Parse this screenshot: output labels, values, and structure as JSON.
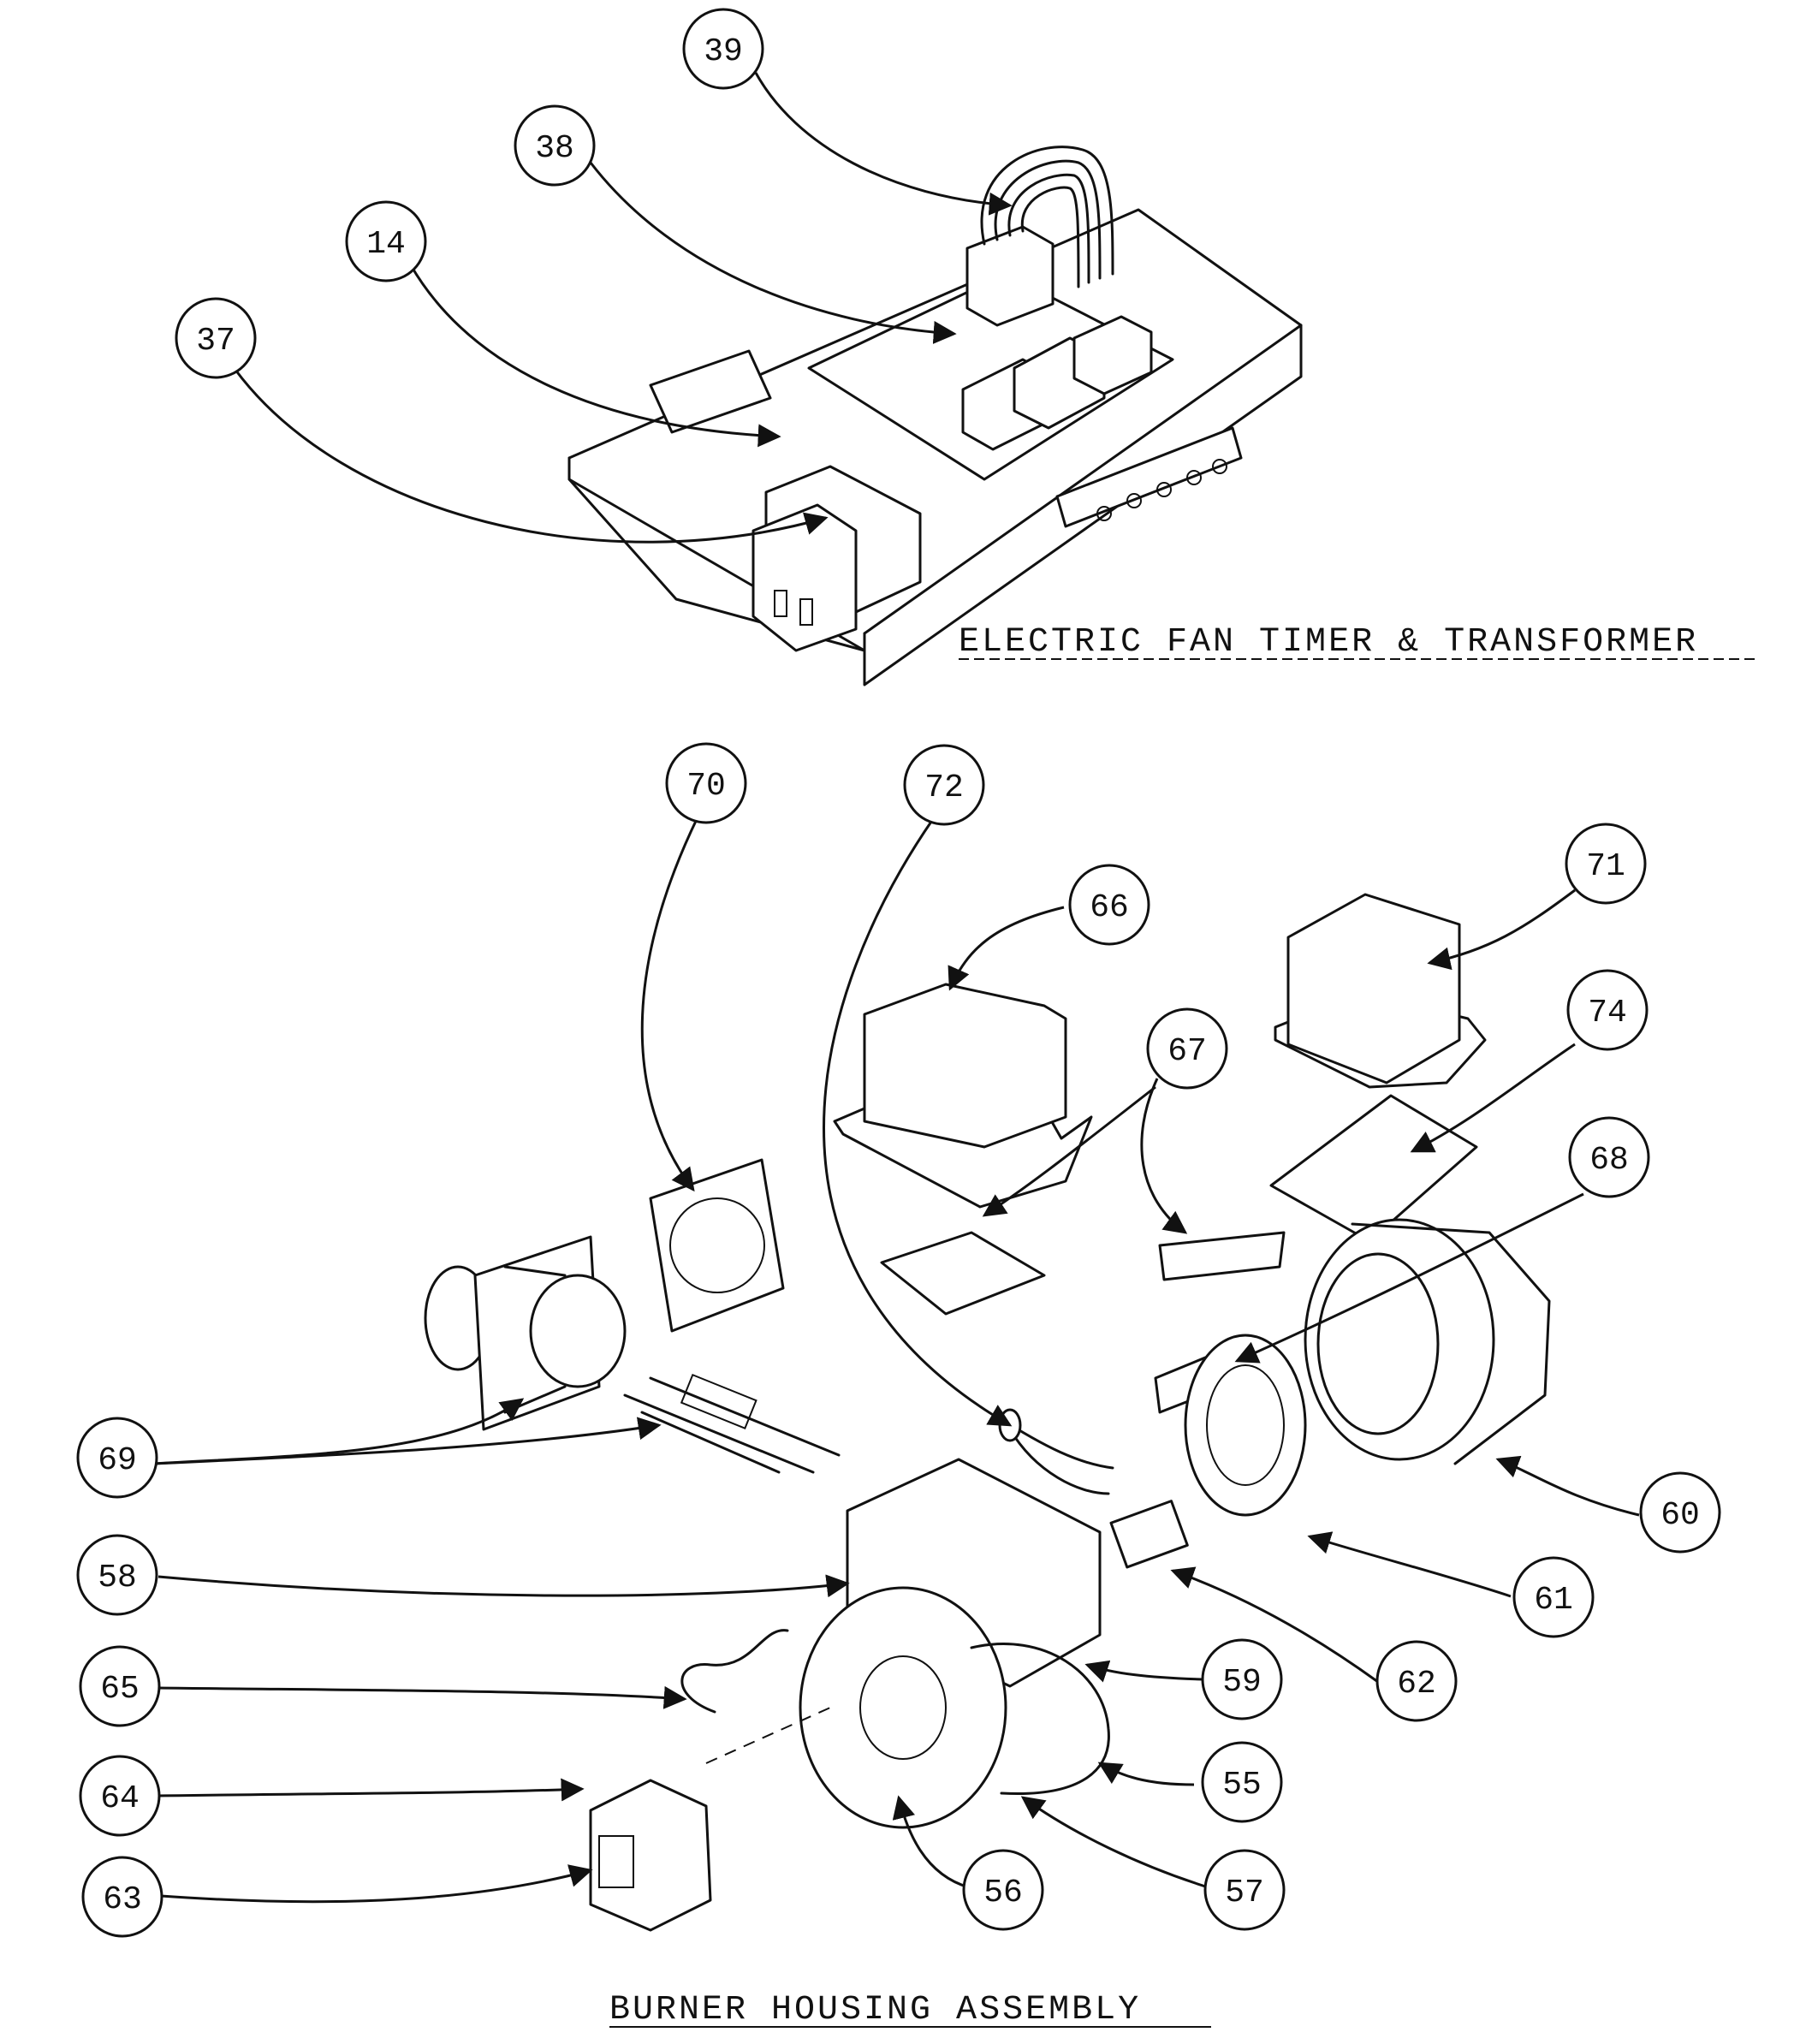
{
  "titles": {
    "top": "ELECTRIC FAN TIMER & TRANSFORMER",
    "bottom": "BURNER HOUSING ASSEMBLY"
  },
  "callouts": [
    "39",
    "38",
    "14",
    "37",
    "70",
    "72",
    "66",
    "71",
    "67",
    "74",
    "68",
    "69",
    "60",
    "58",
    "61",
    "62",
    "59",
    "65",
    "55",
    "64",
    "56",
    "57",
    "63"
  ]
}
